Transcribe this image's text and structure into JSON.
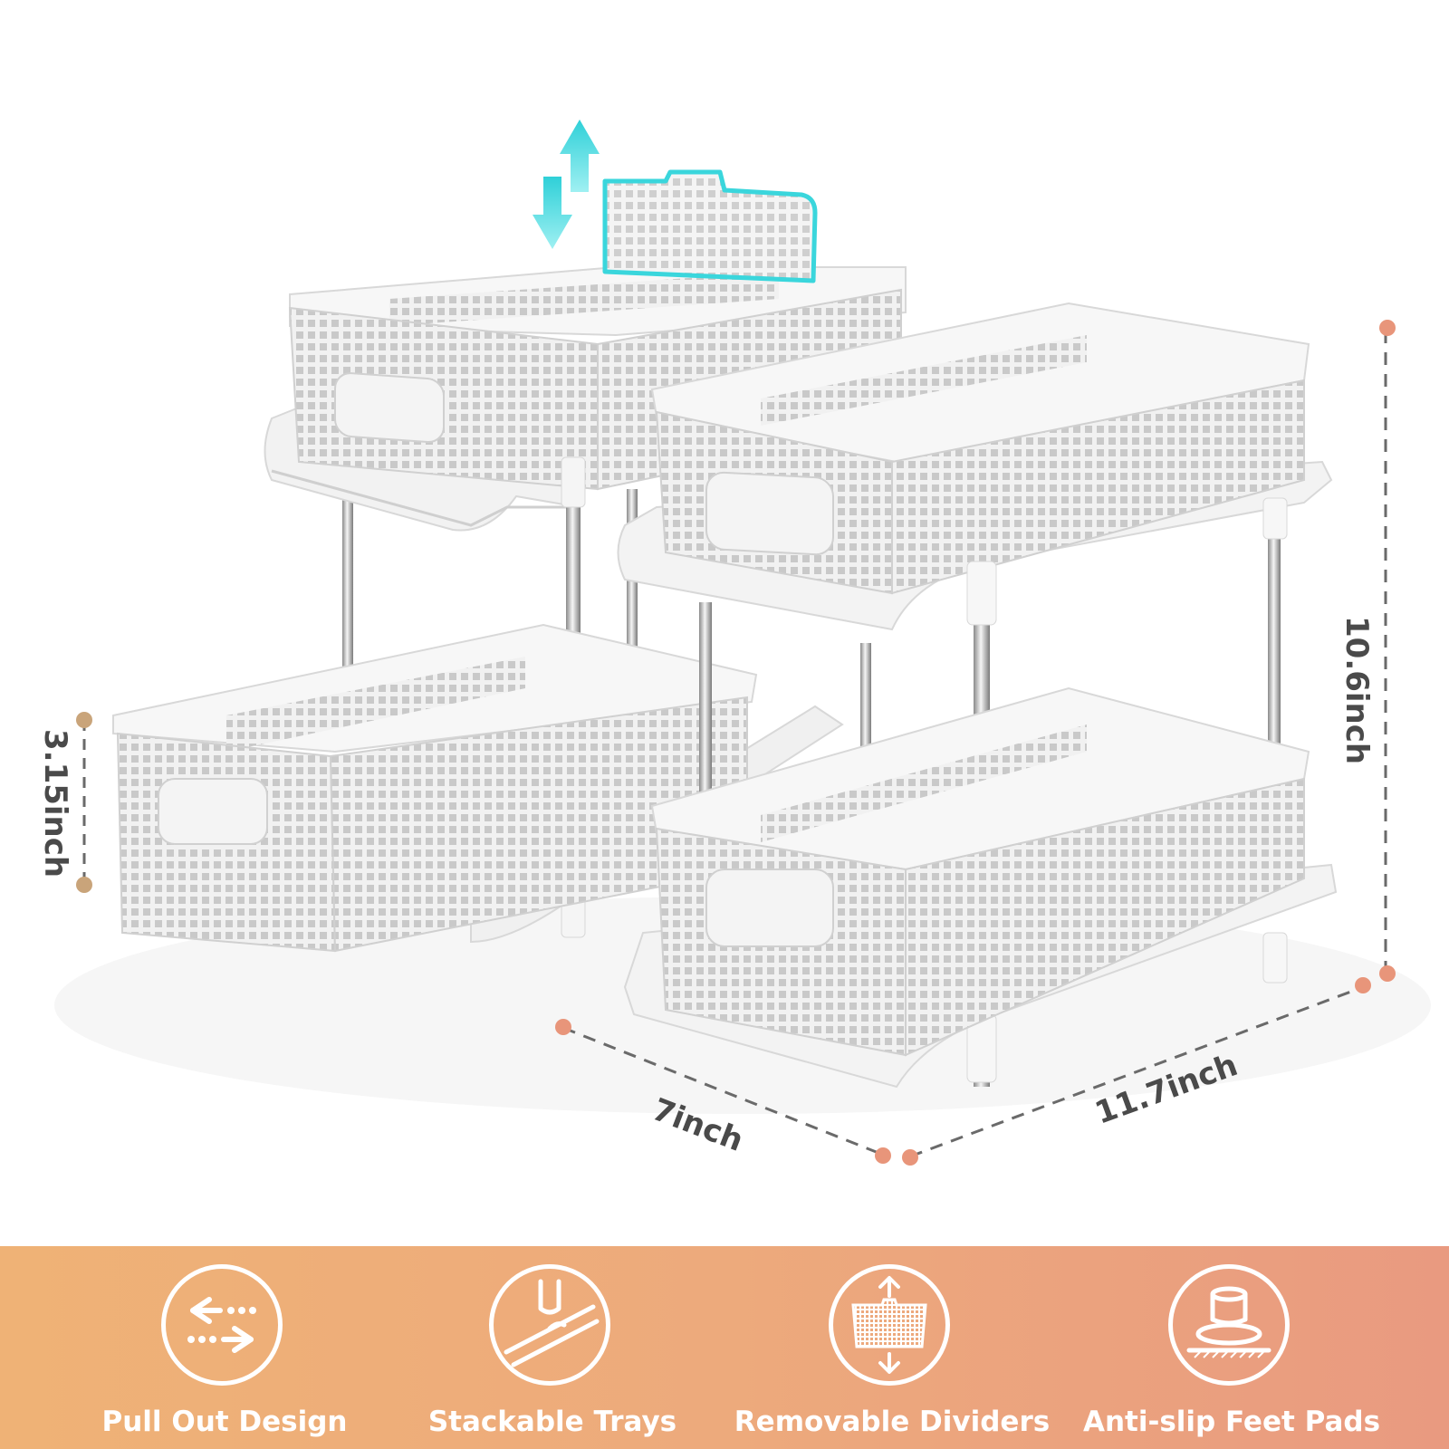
{
  "dimensions": {
    "height_label": "10.6inch",
    "basket_height_label": "3.15inch",
    "depth_label": "7inch",
    "width_label": "11.7inch"
  },
  "colors": {
    "band_start": "#efb276",
    "band_end": "#e99a80",
    "accent_dot": "#e8957a",
    "gold_dot": "#c9a47a",
    "divider_highlight": "#3ad6dc"
  },
  "features": [
    {
      "label": "Pull Out Design",
      "icon": "pull-out-arrows-icon"
    },
    {
      "label": "Stackable Trays",
      "icon": "stackable-trays-icon"
    },
    {
      "label": "Removable Dividers",
      "icon": "removable-divider-icon"
    },
    {
      "label": "Anti-slip Feet Pads",
      "icon": "anti-slip-foot-icon"
    }
  ]
}
